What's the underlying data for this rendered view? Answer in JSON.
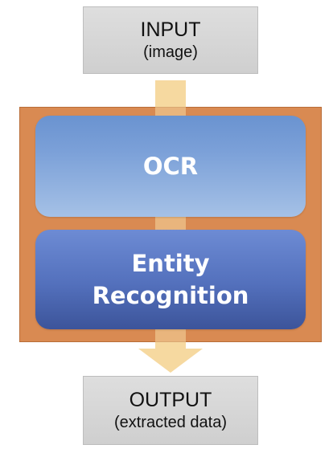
{
  "input": {
    "title": "INPUT",
    "subtitle": "(image)"
  },
  "stages": [
    {
      "label": "OCR"
    },
    {
      "label": "Entity\nRecognition"
    }
  ],
  "output": {
    "title": "OUTPUT",
    "subtitle": "(extracted data)"
  },
  "colors": {
    "io_box": "#d4d4d4",
    "flow_arrow": "#f6d9a0",
    "engine_frame": "#d98a52",
    "ocr_stage": "#7ba0d8",
    "entity_stage": "#4f6bb4",
    "stage_text": "#ffffff"
  }
}
